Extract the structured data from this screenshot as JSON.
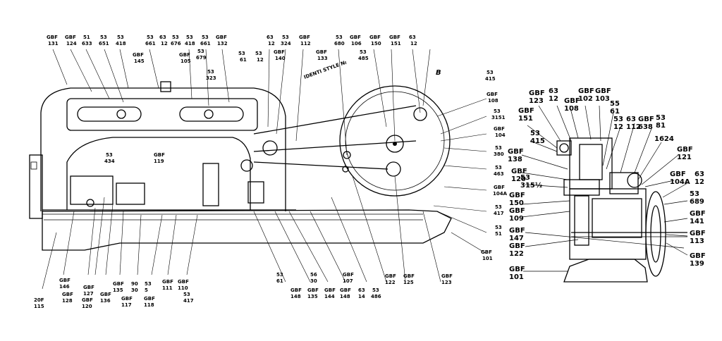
{
  "left_callouts_top": [
    {
      "line1": "GBF",
      "line2": "131"
    },
    {
      "line1": "GBF",
      "line2": "124"
    },
    {
      "line1": "51",
      "line2": "633"
    },
    {
      "line1": "53",
      "line2": "651"
    },
    {
      "line1": "53",
      "line2": "418"
    },
    {
      "line1": "53",
      "line2": "661"
    },
    {
      "line1": "63",
      "line2": "12"
    },
    {
      "line1": "53",
      "line2": "676"
    },
    {
      "line1": "53",
      "line2": "418"
    },
    {
      "line1": "53",
      "line2": "661"
    },
    {
      "line1": "GBF",
      "line2": "132"
    },
    {
      "line1": "63",
      "line2": "12"
    },
    {
      "line1": "53",
      "line2": "324"
    },
    {
      "line1": "GBF",
      "line2": "112"
    },
    {
      "line1": "53",
      "line2": "680"
    },
    {
      "line1": "GBF",
      "line2": "106"
    },
    {
      "line1": "GBF",
      "line2": "150"
    },
    {
      "line1": "GBF",
      "line2": "151"
    },
    {
      "line1": "63",
      "line2": "12"
    }
  ],
  "left_callouts_mid": [
    {
      "line1": "GBF",
      "line2": "145"
    },
    {
      "line1": "GBF",
      "line2": "105"
    },
    {
      "line1": "53",
      "line2": "679"
    },
    {
      "line1": "53",
      "line2": "323"
    },
    {
      "line1": "53",
      "line2": "61"
    },
    {
      "line1": "53",
      "line2": "12"
    },
    {
      "line1": "GBF",
      "line2": "140"
    },
    {
      "line1": "GBF",
      "line2": "133"
    },
    {
      "line1": "53",
      "line2": "485"
    },
    {
      "line1": "53",
      "line2": "415"
    },
    {
      "line1": "GBF",
      "line2": "108"
    },
    {
      "line1": "53",
      "line2": "3151"
    },
    {
      "line1": "GBF",
      "line2": "104"
    },
    {
      "line1": "53",
      "line2": "380"
    },
    {
      "line1": "53",
      "line2": "463"
    },
    {
      "line1": "GBF",
      "line2": "104A"
    },
    {
      "line1": "53",
      "line2": "417"
    },
    {
      "line1": "53",
      "line2": "51"
    },
    {
      "line1": "GBF",
      "line2": "101"
    },
    {
      "line1": "53",
      "line2": "434"
    },
    {
      "line1": "GBF",
      "line2": "119"
    }
  ],
  "left_callouts_bottom": [
    {
      "line1": "GBF",
      "line2": "146"
    },
    {
      "line1": "GBF",
      "line2": "128"
    },
    {
      "line1": "GBF",
      "line2": "127"
    },
    {
      "line1": "GBF",
      "line2": "120"
    },
    {
      "line1": "GBF",
      "line2": "136"
    },
    {
      "line1": "GBF",
      "line2": "135"
    },
    {
      "line1": "90",
      "line2": "30"
    },
    {
      "line1": "GBF",
      "line2": "117"
    },
    {
      "line1": "53",
      "line2": "5"
    },
    {
      "line1": "GBF",
      "line2": "111"
    },
    {
      "line1": "GBF",
      "line2": "110"
    },
    {
      "line1": "GBF",
      "line2": "118"
    },
    {
      "line1": "53",
      "line2": "417"
    },
    {
      "line1": "53",
      "line2": "61"
    },
    {
      "line1": "56",
      "line2": "30"
    },
    {
      "line1": "GBF",
      "line2": "148"
    },
    {
      "line1": "GBF",
      "line2": "135"
    },
    {
      "line1": "GBF",
      "line2": "144"
    },
    {
      "line1": "GBF",
      "line2": "107"
    },
    {
      "line1": "GBF",
      "line2": "148"
    },
    {
      "line1": "63",
      "line2": "14"
    },
    {
      "line1": "53",
      "line2": "486"
    },
    {
      "line1": "GBF",
      "line2": "122"
    },
    {
      "line1": "GBF",
      "line2": "125"
    },
    {
      "line1": "GBF",
      "line2": "123"
    },
    {
      "line1": "20F",
      "line2": "115"
    }
  ],
  "left_special": {
    "view_b": "B",
    "ident_style": "IDENTI STYLE №"
  },
  "right_callouts": [
    {
      "text": "GBF\n123"
    },
    {
      "text": "GBF\n151"
    },
    {
      "text": "53\n415"
    },
    {
      "text": "GBF\n138"
    },
    {
      "text": "GBF\n120"
    },
    {
      "text": "53\n315½"
    },
    {
      "text": "GBF\n150"
    },
    {
      "text": "GBF\n109"
    },
    {
      "text": "GBF\n147"
    },
    {
      "text": "GBF\n122"
    },
    {
      "text": "GBF\n101"
    },
    {
      "text": "63\n12"
    },
    {
      "text": "GBF\n108"
    },
    {
      "text": "GBF\n102"
    },
    {
      "text": "GBF\n103"
    },
    {
      "text": "55\n61"
    },
    {
      "text": "53\n12"
    },
    {
      "text": "63\n112"
    },
    {
      "text": "GBF\n638"
    },
    {
      "text": "53\n81"
    },
    {
      "text": "1624"
    },
    {
      "text": "GBF\n121"
    },
    {
      "text": "GBF\n104A"
    },
    {
      "text": "63\n12"
    },
    {
      "text": "53\n689"
    },
    {
      "text": "GBF\n141"
    },
    {
      "text": "GBF\n113"
    },
    {
      "text": "GBF\n139"
    }
  ],
  "colors": {
    "ink": "#000000",
    "paper": "#ffffff"
  }
}
